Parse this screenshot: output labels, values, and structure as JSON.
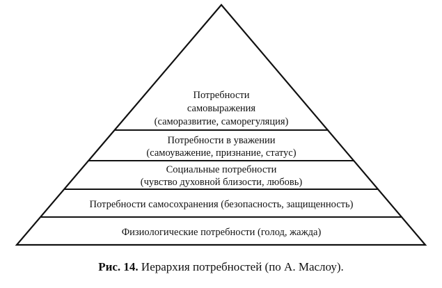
{
  "diagram": {
    "levels": [
      {
        "id": "self-expression",
        "lines": [
          "Потребности",
          "самовыражения",
          "(саморазвитие, саморегуляция)"
        ]
      },
      {
        "id": "esteem",
        "lines": [
          "Потребности в уважении",
          "(самоуважение, признание, статус)"
        ]
      },
      {
        "id": "social",
        "lines": [
          "Социальные потребности",
          "(чувство духовной близости, любовь)"
        ]
      },
      {
        "id": "self-preservation",
        "lines": [
          "Потребности самосохранения (безопасность, защищенность)"
        ]
      },
      {
        "id": "physiological",
        "lines": [
          "Физиологические потребности (голод, жажда)"
        ]
      }
    ]
  },
  "caption": {
    "label": "Рис. 14.",
    "text": " Иерархия потребностей (по А. Маслоу)."
  }
}
